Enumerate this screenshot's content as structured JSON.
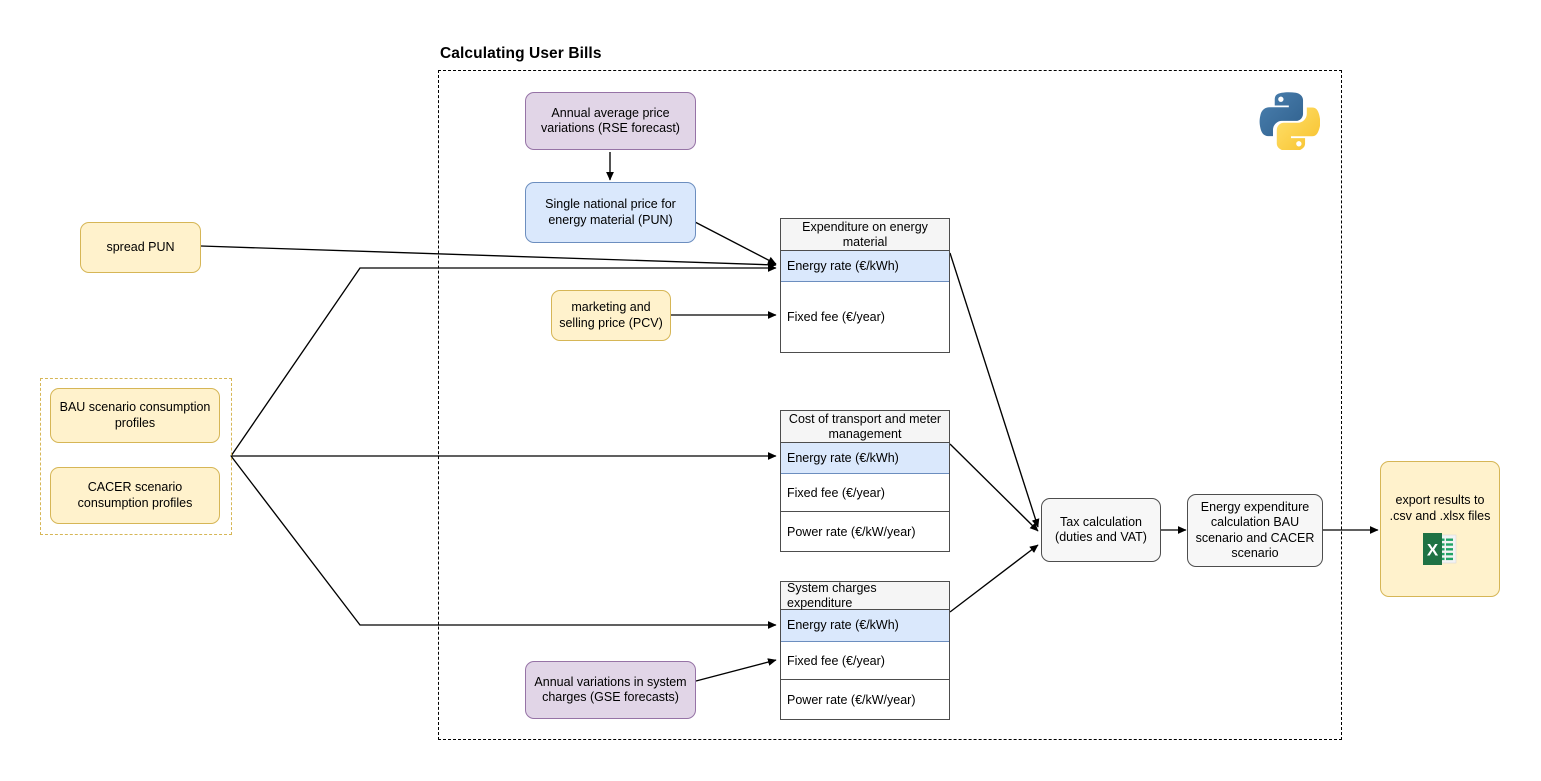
{
  "diagram": {
    "title": "Calculating User Bills",
    "container_label": "process-boundary"
  },
  "inputs": {
    "spread_pun": "spread PUN",
    "bau_profiles": "BAU scenario consumption profiles",
    "cacer_profiles": "CACER scenario consumption profiles",
    "rse_forecast": "Annual average price variations (RSE forecast)",
    "pun": "Single national price for energy material (PUN)",
    "pcv": "marketing and selling price (PCV)",
    "gse_forecast": "Annual variations in system charges (GSE forecasts)"
  },
  "tables": [
    {
      "id": "expenditure-energy-material",
      "header": "Expenditure on energy material",
      "header_align": "center",
      "rows": [
        {
          "label": "Energy rate (€/kWh)",
          "highlight": true
        },
        {
          "label": "Fixed fee (€/year)",
          "highlight": false
        }
      ]
    },
    {
      "id": "cost-transport-meter",
      "header": "Cost of transport and meter management",
      "header_align": "center",
      "rows": [
        {
          "label": "Energy rate (€/kWh)",
          "highlight": true
        },
        {
          "label": "Fixed fee (€/year)",
          "highlight": false
        },
        {
          "label": "Power rate (€/kW/year)",
          "highlight": false
        }
      ]
    },
    {
      "id": "system-charges-expenditure",
      "header": "System charges expenditure",
      "header_align": "left",
      "rows": [
        {
          "label": "Energy rate (€/kWh)",
          "highlight": true
        },
        {
          "label": "Fixed fee (€/year)",
          "highlight": false
        },
        {
          "label": "Power rate (€/kW/year)",
          "highlight": false
        }
      ]
    }
  ],
  "processes": {
    "tax_calculation": "Tax calculation (duties and VAT)",
    "energy_expenditure": "Energy expenditure calculation BAU scenario and CACER scenario"
  },
  "output": {
    "export": "export results to .csv and .xlsx files",
    "export_icon": "excel-icon"
  },
  "branding": {
    "python_icon": "python-logo"
  },
  "colors": {
    "yellow_fill": "#fff2cc",
    "yellow_stroke": "#d6b656",
    "purple_fill": "#e1d5e7",
    "purple_stroke": "#9673a6",
    "blue_fill": "#dae8fc",
    "blue_stroke": "#6c8ebf",
    "grey_fill": "#f5f5f5",
    "grey_stroke": "#666666",
    "edge_stroke": "#000000",
    "python_blue": "#386e9f",
    "python_yellow": "#ffd845",
    "excel_green": "#1f7244"
  }
}
